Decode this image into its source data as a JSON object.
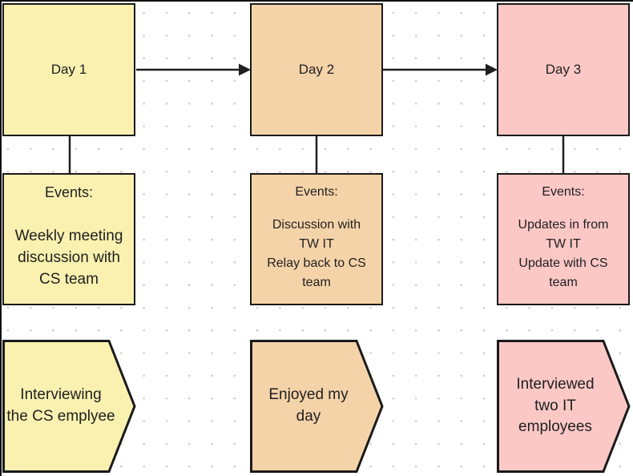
{
  "canvas": {
    "background_color": "#ffffff",
    "dot_color": "#cdcdcd",
    "edge_color": "#101010",
    "shape_border_color": "#1a1a1a",
    "connector_color": "#1f1f1f",
    "text_color": "#1f1f1f"
  },
  "columns": [
    {
      "id": "day1",
      "fill": "#FAF1B0",
      "day_label": "Day 1",
      "events_header": "Events:",
      "events_body": "Weekly meeting\ndiscussion with\nCS team",
      "outcome": "Interviewing\nthe CS emplyee"
    },
    {
      "id": "day2",
      "fill": "#F5D3A9",
      "day_label": "Day 2",
      "events_header": "Events:",
      "events_body": "Discussion with\nTW IT\nRelay back to CS\nteam",
      "outcome": "Enjoyed my\nday"
    },
    {
      "id": "day3",
      "fill": "#FBC8C6",
      "day_label": "Day 3",
      "events_header": "Events:",
      "events_body": "Updates in from\nTW IT\nUpdate with CS\nteam",
      "outcome": "Interviewed\ntwo IT\nemployees"
    }
  ]
}
